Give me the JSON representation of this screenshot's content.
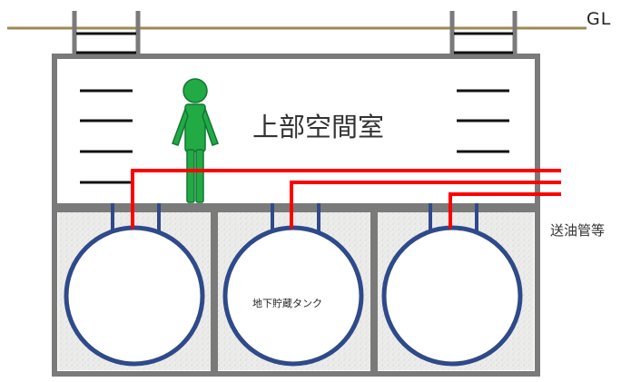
{
  "labels": {
    "ground_level": "GL",
    "upper_room": "上部空間室",
    "pipes": "送油管等",
    "tank": "地下貯蔵タンク"
  },
  "colors": {
    "ground_line": "#9b8a55",
    "wall": "#7a7a7a",
    "room_fill": "#ffffff",
    "sand_fill": "#ebebe8",
    "tank_outline": "#2f4a8a",
    "pipe": "#ff0000",
    "person": "#22aa44",
    "person_outline": "#117733",
    "ladder_rung": "#111111"
  },
  "icons": {
    "person": "person-figure",
    "ladder": "ladder"
  }
}
